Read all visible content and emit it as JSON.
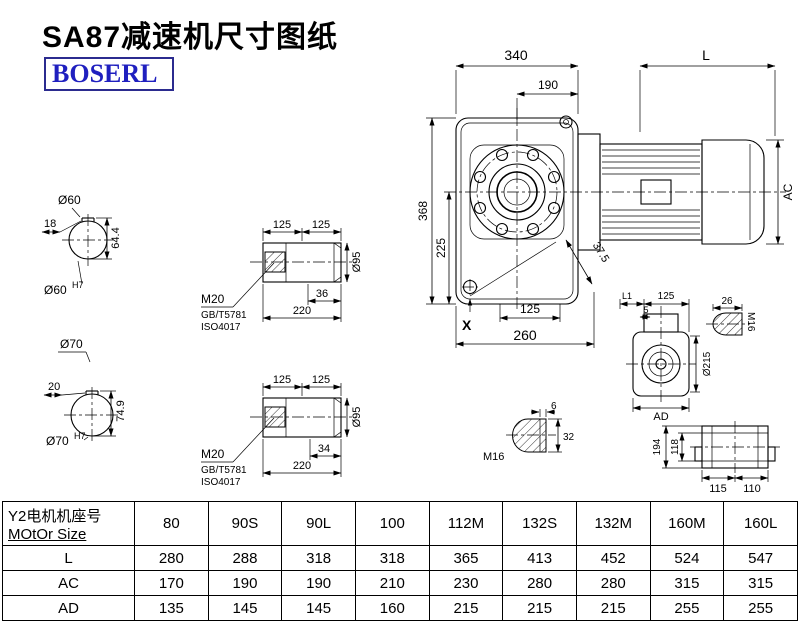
{
  "header": {
    "title": "SA87减速机尺寸图纸",
    "logo": "BOSERL"
  },
  "dims": {
    "d340": "340",
    "dL": "L",
    "d190": "190",
    "d368": "368",
    "d225": "225",
    "d37_5": "37.5",
    "d125b": "125",
    "d260": "260",
    "dX": "X",
    "dAC": "AC",
    "s60": "Ø60",
    "s60_18": "18",
    "s60_644": "64.4",
    "s60_fit": "Ø60",
    "s60_fit_sup": "H7",
    "s70": "Ø70",
    "s70_20": "20",
    "s70_749": "74.9",
    "s70_fit": "Ø70",
    "s70_fit_sup": "H7",
    "k1_125a": "125",
    "k1_125b": "125",
    "k1_m20": "M20",
    "k1_gb": "GB/T5781",
    "k1_iso": "ISO4017",
    "k1_36": "36",
    "k1_220": "220",
    "k1_d95": "Ø95",
    "k2_125a": "125",
    "k2_125b": "125",
    "k2_m20": "M20",
    "k2_gb": "GB/T5781",
    "k2_iso": "ISO4017",
    "k2_34": "34",
    "k2_220": "220",
    "k2_d95": "Ø95",
    "sv_l1": "L1",
    "sv_125": "125",
    "sv_5": "5",
    "sv_26": "26",
    "sv_m16": "M16",
    "sv_d215": "Ø215",
    "sv_ad": "AD",
    "cm_m16": "M16",
    "cm_6": "6",
    "cm_32": "32",
    "br_194": "194",
    "br_118": "118",
    "br_115": "115",
    "br_110": "110"
  },
  "table": {
    "header": {
      "line1": "Y2电机机座号",
      "line2": "MOtOr Size",
      "sizes": [
        "80",
        "90S",
        "90L",
        "100",
        "112M",
        "132S",
        "132M",
        "160M",
        "160L"
      ]
    },
    "rows": [
      {
        "label": "L",
        "values": [
          "280",
          "288",
          "318",
          "318",
          "365",
          "413",
          "452",
          "524",
          "547"
        ]
      },
      {
        "label": "AC",
        "values": [
          "170",
          "190",
          "190",
          "210",
          "230",
          "280",
          "280",
          "315",
          "315"
        ]
      },
      {
        "label": "AD",
        "values": [
          "135",
          "145",
          "145",
          "160",
          "215",
          "215",
          "215",
          "255",
          "255"
        ]
      }
    ]
  }
}
